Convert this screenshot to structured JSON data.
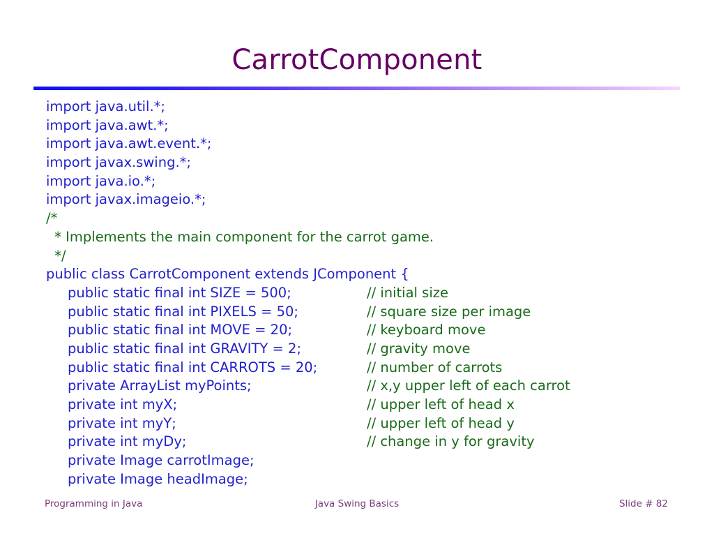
{
  "slide": {
    "title": "CarrotComponent",
    "title_color": "#660066",
    "rule_color_start": "#1111ee",
    "rule_color_end": "#f2d9ff",
    "background": "#ffffff"
  },
  "theme": {
    "code_color": "#2222cc",
    "comment_color": "#1a6b1a",
    "footer_color": "#7b3b7b"
  },
  "code": {
    "lines": [
      {
        "indent": 0,
        "code": "import java.util.*;",
        "comment": ""
      },
      {
        "indent": 0,
        "code": "import java.awt.*;",
        "comment": ""
      },
      {
        "indent": 0,
        "code": "import java.awt.event.*;",
        "comment": ""
      },
      {
        "indent": 0,
        "code": "import javax.swing.*;",
        "comment": ""
      },
      {
        "indent": 0,
        "code": "import java.io.*;",
        "comment": ""
      },
      {
        "indent": 0,
        "code": "import javax.imageio.*;",
        "comment": ""
      },
      {
        "indent": 0,
        "comment_only": "/*",
        "code": ""
      },
      {
        "indent": 1,
        "comment_only": " * Implements the main component for the carrot game.",
        "code": ""
      },
      {
        "indent": 1,
        "comment_only": " */",
        "code": ""
      },
      {
        "indent": 0,
        "code": "public class CarrotComponent extends JComponent {",
        "comment": ""
      },
      {
        "indent": 2,
        "code": "public static final int SIZE = 500;",
        "comment": "// initial size"
      },
      {
        "indent": 2,
        "code": "public static final int PIXELS = 50;",
        "comment": "// square size per image"
      },
      {
        "indent": 2,
        "code": "public static final int MOVE = 20;",
        "comment": "// keyboard move"
      },
      {
        "indent": 2,
        "code": "public static final int GRAVITY = 2;",
        "comment": "// gravity move"
      },
      {
        "indent": 2,
        "code": "public static final int CARROTS = 20;",
        "comment": "// number of carrots"
      },
      {
        "indent": 2,
        "code": "private ArrayList myPoints;",
        "comment": "// x,y upper left of each carrot"
      },
      {
        "indent": 2,
        "code": "private int myX;",
        "comment": "// upper left of head x"
      },
      {
        "indent": 2,
        "code": "private int myY;",
        "comment": "// upper left of head y"
      },
      {
        "indent": 2,
        "code": "private int myDy;",
        "comment": "// change in y for gravity"
      },
      {
        "indent": 2,
        "code": "private Image carrotImage;",
        "comment": ""
      },
      {
        "indent": 2,
        "code": "private Image headImage;",
        "comment": ""
      }
    ]
  },
  "footer": {
    "left": "Programming in Java",
    "center": "Java Swing Basics",
    "right": "Slide # 82"
  }
}
